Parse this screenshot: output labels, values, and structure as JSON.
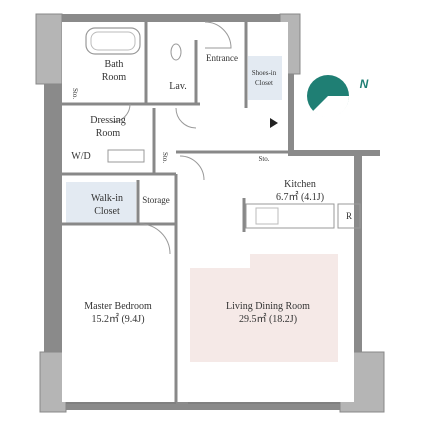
{
  "rooms": {
    "bath": {
      "line1": "Bath",
      "line2": "Room"
    },
    "lav": "Lav.",
    "entrance": "Entrance",
    "shoes": {
      "line1": "Shoes-in",
      "line2": "Closet"
    },
    "sto_small": "Sto.",
    "dressing": {
      "line1": "Dressing",
      "line2": "Room"
    },
    "wd": "W/D",
    "sto_mid": "Sto.",
    "sto_right": "Sto.",
    "walkin": {
      "line1": "Walk-in",
      "line2": "Closet"
    },
    "storage": "Storage",
    "kitchen": {
      "name": "Kitchen",
      "area": "6.7㎡ (4.1J)"
    },
    "refrigerator": "R",
    "master": {
      "name": "Master Bedroom",
      "area": "15.2㎡ (9.4J)"
    },
    "living": {
      "name": "Living Dining Room",
      "area": "29.5㎡ (18.2J)"
    }
  },
  "compass": {
    "label": "N"
  },
  "colors": {
    "wall": "#888888",
    "closet": "#e3eaf2",
    "ldr_highlight": "#f5e9e7",
    "compass": "#1f7f74"
  }
}
